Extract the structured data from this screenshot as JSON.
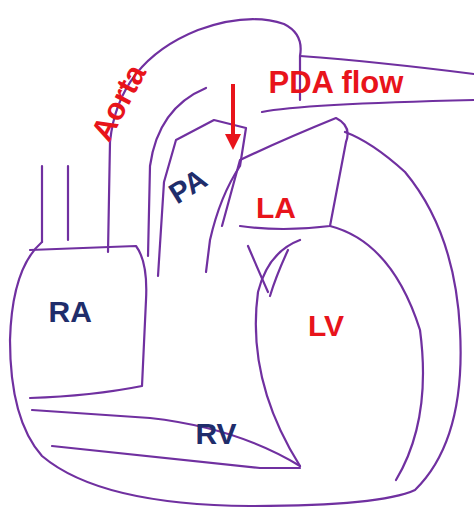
{
  "diagram": {
    "labels": [
      "Aorta",
      "PDA flow",
      "PA",
      "LA",
      "LV",
      "RA",
      "RV"
    ]
  }
}
